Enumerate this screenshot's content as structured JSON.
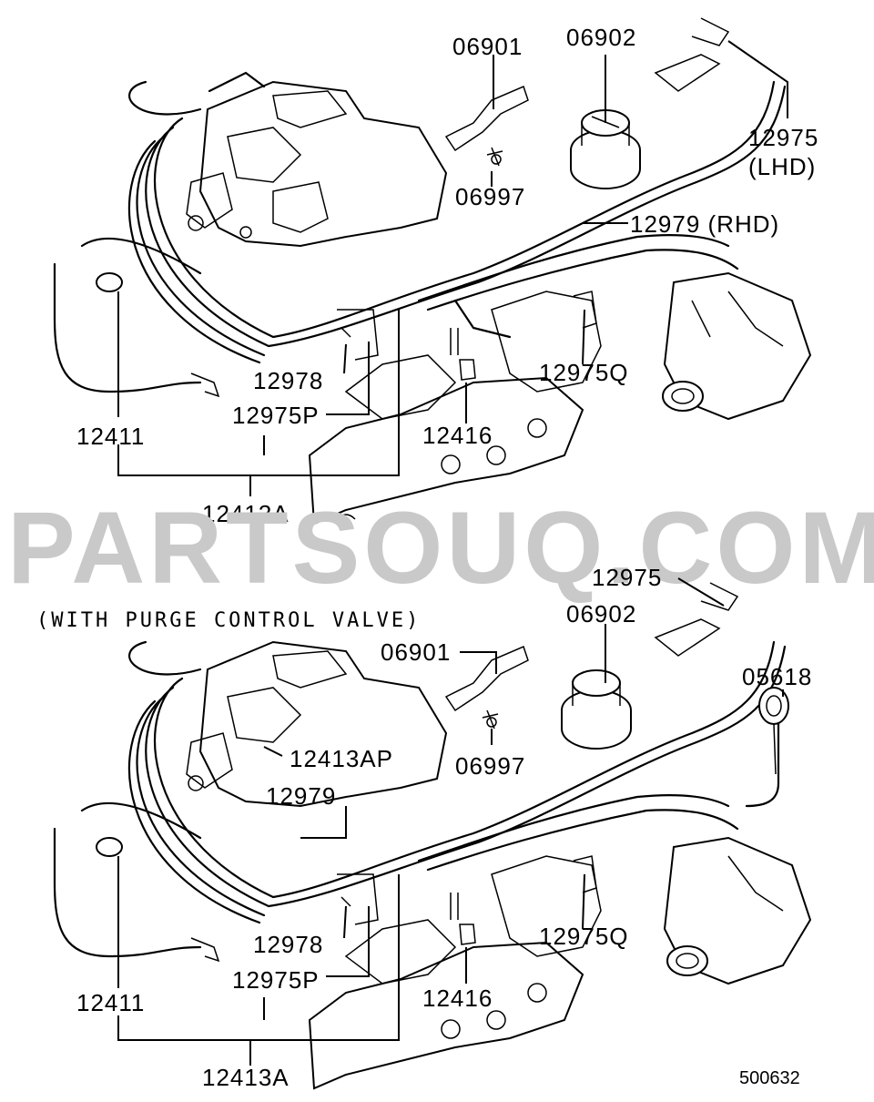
{
  "watermark": "PARTSOUQ.COM",
  "figure_ref": "500632",
  "upper": {
    "labels": {
      "p06901": "06901",
      "p06902": "06902",
      "p12975": "12975",
      "lhd": "(LHD)",
      "p06997": "06997",
      "p12979": "12979 (RHD)",
      "p12978": "12978",
      "p12975P": "12975P",
      "p12975Q": "12975Q",
      "p12416": "12416",
      "p12411": "12411",
      "p12413A": "12413A"
    }
  },
  "lower": {
    "caption": "(WITH PURGE CONTROL VALVE)",
    "labels": {
      "p12975": "12975",
      "p06902": "06902",
      "p06901": "06901",
      "p05618": "05618",
      "p06997": "06997",
      "p12413AP": "12413AP",
      "p12979": "12979",
      "p12978": "12978",
      "p12975Q": "12975Q",
      "p12975P": "12975P",
      "p12416": "12416",
      "p12411": "12411",
      "p12413A": "12413A"
    }
  },
  "icons": {
    "engine": "engine-assembly-drawing",
    "canister": "charcoal-canister-icon",
    "distributor": "distributor-icon",
    "purge_valve": "purge-control-valve-icon"
  }
}
